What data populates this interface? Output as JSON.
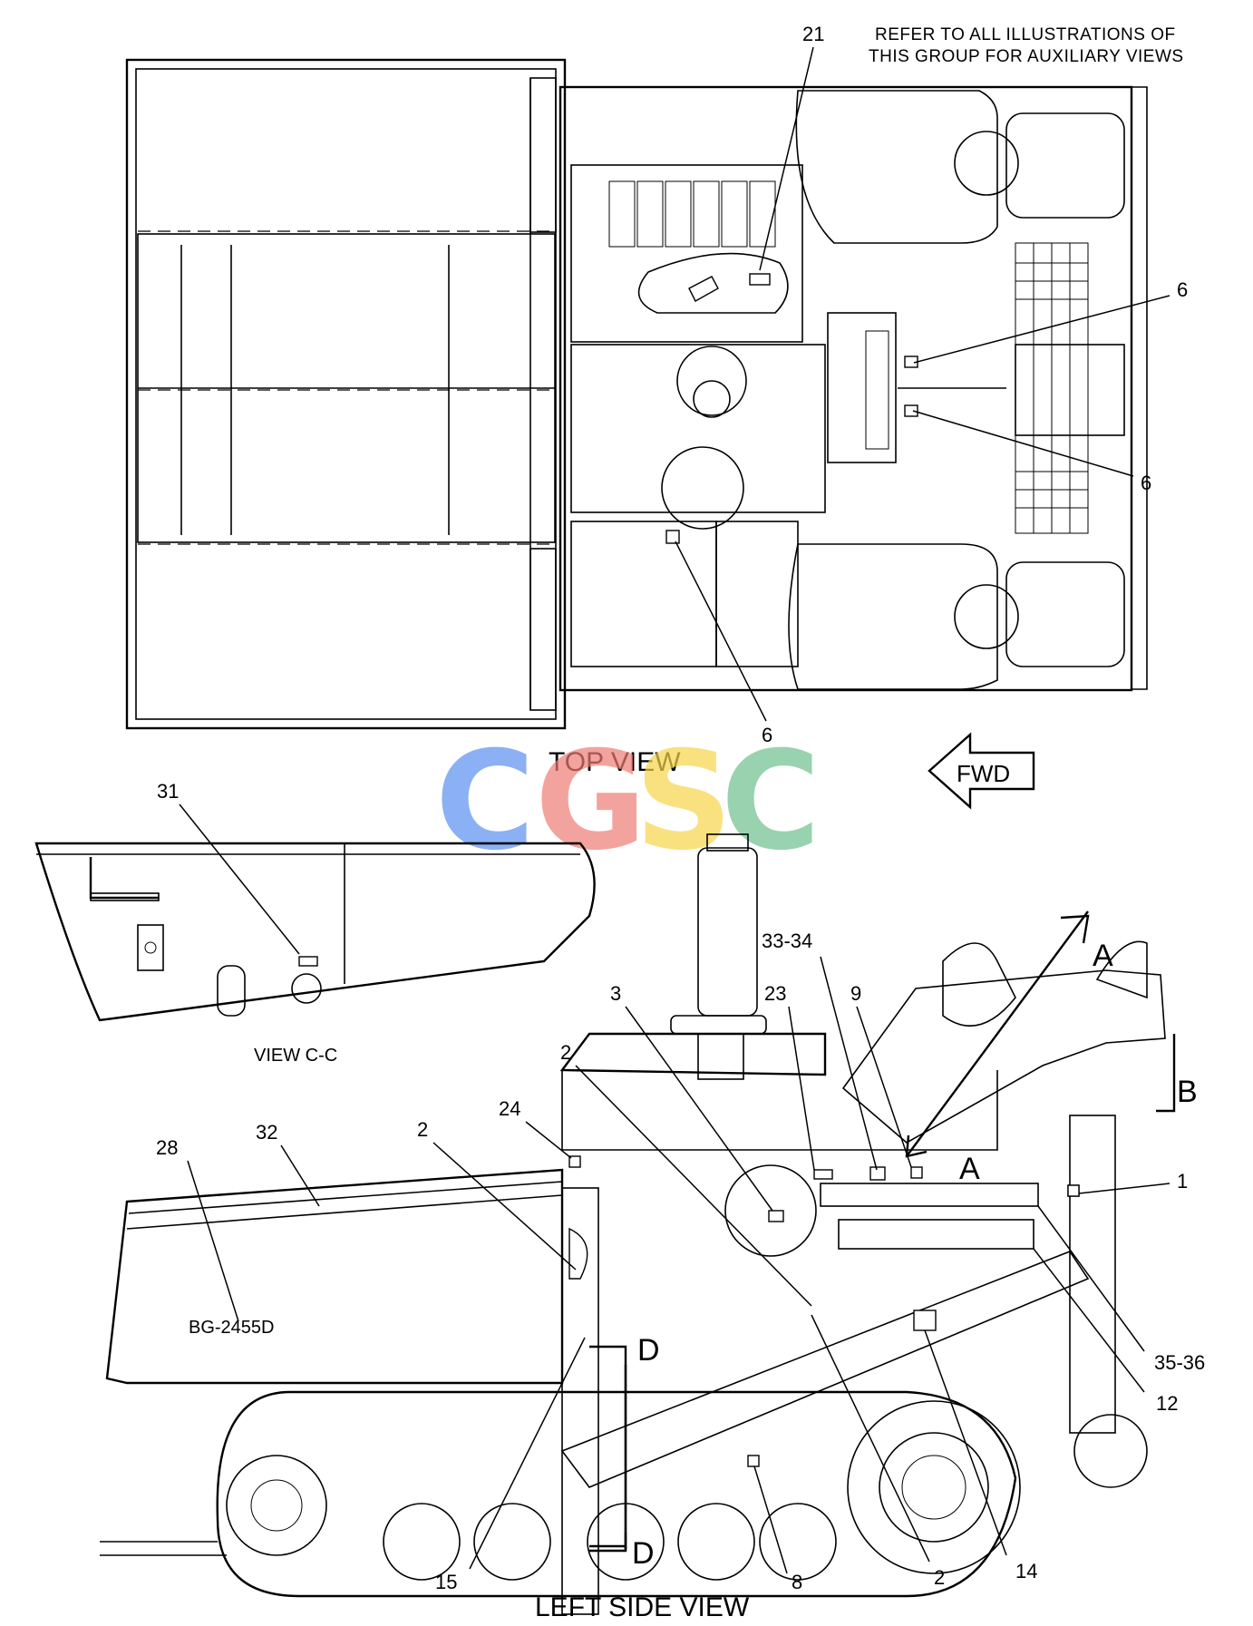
{
  "notes": {
    "refer_line1": "REFER TO ALL ILLUSTRATIONS OF",
    "refer_line2": "THIS GROUP FOR AUXILIARY VIEWS"
  },
  "view_titles": {
    "top": "TOP VIEW",
    "left_side": "LEFT SIDE VIEW",
    "view_cc": "VIEW C-C"
  },
  "direction": {
    "fwd": "FWD"
  },
  "watermark": {
    "letters": [
      "C",
      "G",
      "S",
      "C"
    ],
    "colors": [
      "#5b8ff0",
      "#ee7d74",
      "#f7d54a",
      "#6fbf8e"
    ]
  },
  "decal_text": "BG-2455D",
  "section_markers": {
    "a_upper": "A",
    "a_lower": "A",
    "b": "B",
    "d_upper": "D",
    "d_lower": "D"
  },
  "callouts": {
    "c21": "21",
    "c6a": "6",
    "c6b": "6",
    "c6c": "6",
    "c31": "31",
    "c33_34": "33-34",
    "c23": "23",
    "c9": "9",
    "c3": "3",
    "c2a": "2",
    "c24": "24",
    "c2b": "2",
    "c28": "28",
    "c32": "32",
    "c1": "1",
    "c35_36": "35-36",
    "c12": "12",
    "c15": "15",
    "c8": "8",
    "c2c": "2",
    "c14": "14"
  }
}
